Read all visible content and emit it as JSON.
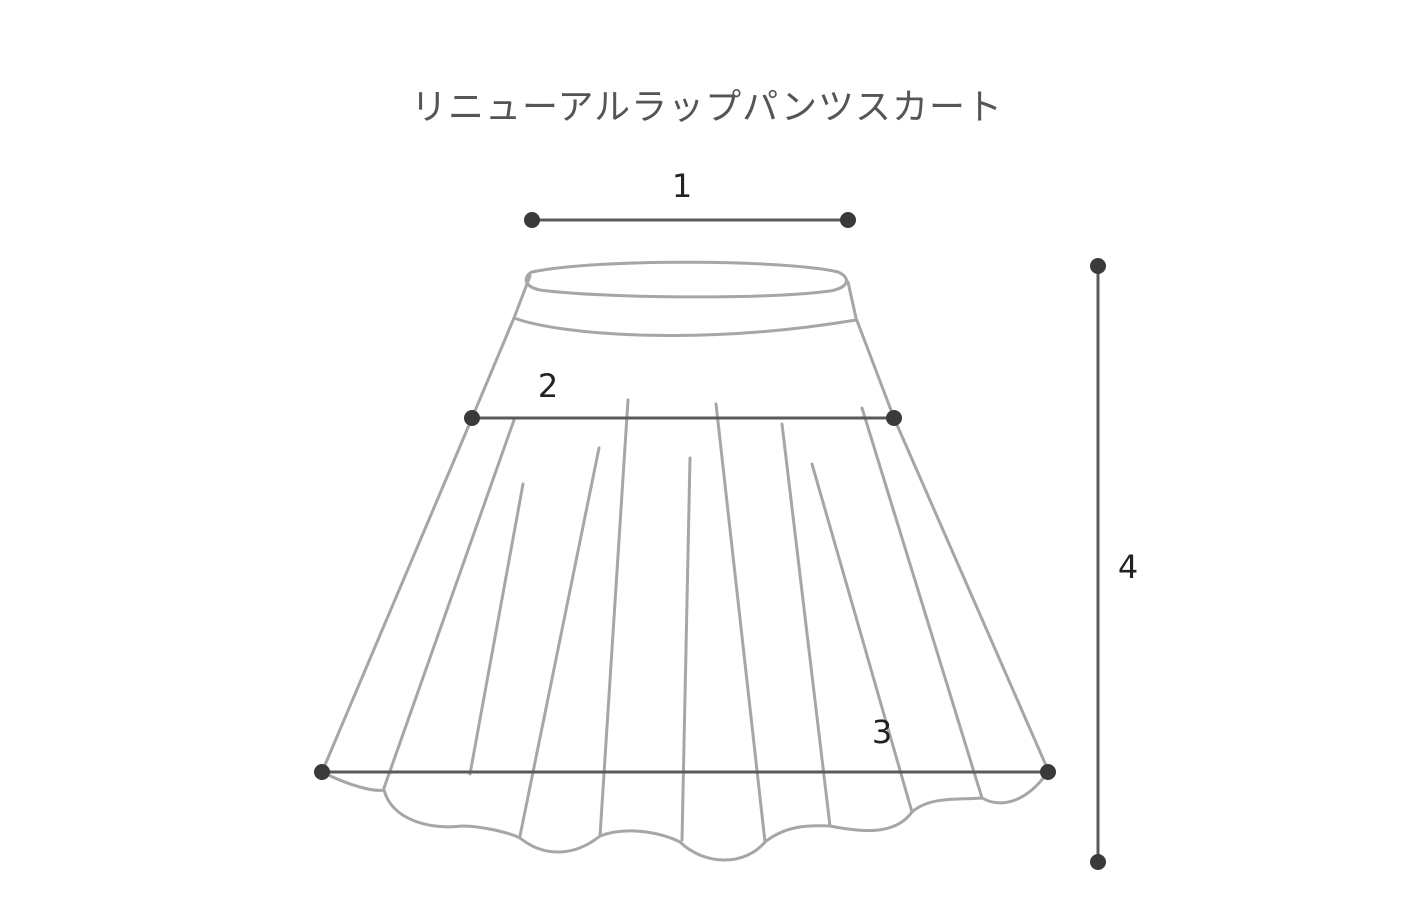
{
  "title": "リニューアルラップパンツスカート",
  "measurements": [
    {
      "id": "waist",
      "label": "1"
    },
    {
      "id": "hip",
      "label": "2"
    },
    {
      "id": "hem",
      "label": "3"
    },
    {
      "id": "length",
      "label": "4"
    }
  ],
  "colors": {
    "outline": "#a6a6a6",
    "measure_line": "#5a5a5a",
    "dot": "#3a3a3a",
    "title": "#555555"
  }
}
